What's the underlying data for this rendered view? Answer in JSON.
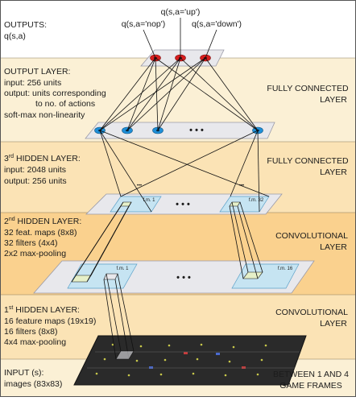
{
  "colors": {
    "band_a": "#fbf0d5",
    "band_b": "#fbe3b5",
    "band_c": "#fad18e",
    "plane_grey": "#e8e8ec",
    "plane_blue": "#c6e4f2",
    "unit_red": "#d81e1e",
    "unit_blue": "#1e8fd8",
    "input_dark": "#2a2a2a"
  },
  "outputs": {
    "line1": "OUTPUTS:",
    "line2": "q(s,a)",
    "q_up": "q(s,a='up')",
    "q_nop": "q(s,a='nop')",
    "q_down": "q(s,a='down')"
  },
  "output_layer": {
    "title": "OUTPUT LAYER:",
    "line1": "input: 256 units",
    "line2": "output: units corresponding",
    "line3": "to no. of actions",
    "line4": "soft-max non-linearity",
    "type_line1": "FULLY CONNECTED",
    "type_line2": "LAYER"
  },
  "hidden3": {
    "title_pre": "3",
    "title_sup": "rd",
    "title_post": " HIDDEN LAYER:",
    "line1": "input: 2048 units",
    "line2": "output: 256 units",
    "type_line1": "FULLY CONNECTED",
    "type_line2": "LAYER",
    "dots": "• • •"
  },
  "hidden2": {
    "title_pre": "2",
    "title_sup": "nd",
    "title_post": " HIDDEN LAYER:",
    "line1": "32 feat. maps (8x8)",
    "line2": "32 filters (4x4)",
    "line3": "2x2 max-pooling",
    "type_line1": "CONVOLUTIONAL",
    "type_line2": "LAYER",
    "fm_first": "f.m. 1",
    "fm_last": "f.m. 32",
    "dots": "• • •",
    "small_dots": "•••"
  },
  "hidden1": {
    "title_pre": "1",
    "title_sup": "st",
    "title_post": " HIDDEN LAYER:",
    "line1": "16 feature maps (19x19)",
    "line2": "16 filters (8x8)",
    "line3": "4x4 max-pooling",
    "type_line1": "CONVOLUTIONAL",
    "type_line2": "LAYER",
    "fm_first": "f.m. 1",
    "fm_last": "f.m. 16",
    "dots": "• • •"
  },
  "input": {
    "line1": "INPUT (s):",
    "line2": "images (83x83)",
    "type_line1": "BETWEEN 1 AND 4",
    "type_line2": "GAME FRAMES"
  }
}
